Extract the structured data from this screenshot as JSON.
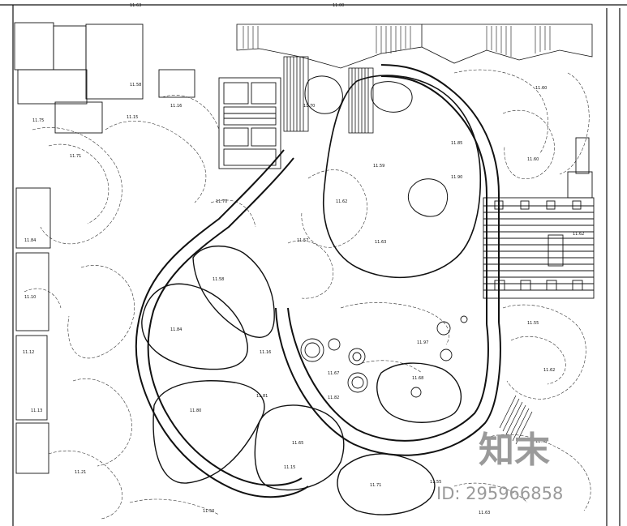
{
  "drawing": {
    "labels_top": [
      "11.63",
      "11.00"
    ],
    "labels_west": [
      "11.75",
      "11.71",
      "11.84",
      "11.10",
      "11.12",
      "11.13",
      "11.21",
      "11.58",
      "11.16",
      "11.15",
      "11.70"
    ],
    "labels_interior": [
      "11.84",
      "11.58",
      "11.80",
      "11.65",
      "11.15",
      "11.71",
      "11.16",
      "11.57",
      "11.62",
      "11.59",
      "11.63",
      "11.85",
      "11.90",
      "11.97",
      "11.68",
      "11.67",
      "11.82",
      "11.81",
      "11.70"
    ],
    "labels_east": [
      "11.60",
      "11.62",
      "11.55",
      "11.62",
      "11.60"
    ],
    "labels_bottom": [
      "11.50",
      "11.55",
      "11.63",
      "11.70"
    ]
  },
  "watermark": {
    "brand": "知末",
    "id_text": "ID: 295966858"
  }
}
